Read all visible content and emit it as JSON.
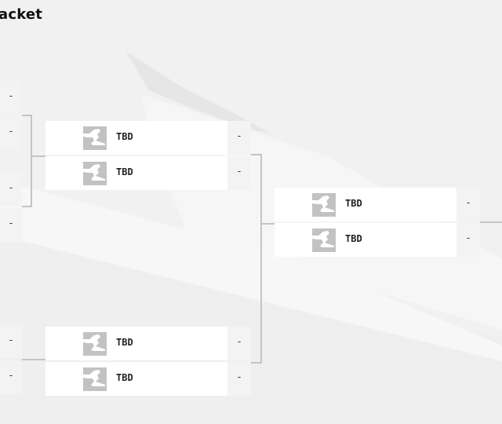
{
  "page": {
    "title": "acket"
  },
  "colors": {
    "background": "#f1f1f1",
    "card": "#ffffff",
    "connector": "#c3c3ca",
    "logo_placeholder": "#c2c2c2"
  },
  "round_prev": {
    "scores": [
      "-",
      "-",
      "-",
      "-",
      "-",
      "-"
    ]
  },
  "round_1": {
    "matches": [
      {
        "teams": [
          {
            "name": "TBD",
            "score": "-",
            "icon": "team-placeholder-icon"
          },
          {
            "name": "TBD",
            "score": "-",
            "icon": "team-placeholder-icon"
          }
        ]
      },
      {
        "teams": [
          {
            "name": "TBD",
            "score": "-",
            "icon": "team-placeholder-icon"
          },
          {
            "name": "TBD",
            "score": "-",
            "icon": "team-placeholder-icon"
          }
        ]
      }
    ]
  },
  "round_2": {
    "matches": [
      {
        "teams": [
          {
            "name": "TBD",
            "score": "-",
            "icon": "team-placeholder-icon"
          },
          {
            "name": "TBD",
            "score": "-",
            "icon": "team-placeholder-icon"
          }
        ]
      }
    ]
  }
}
